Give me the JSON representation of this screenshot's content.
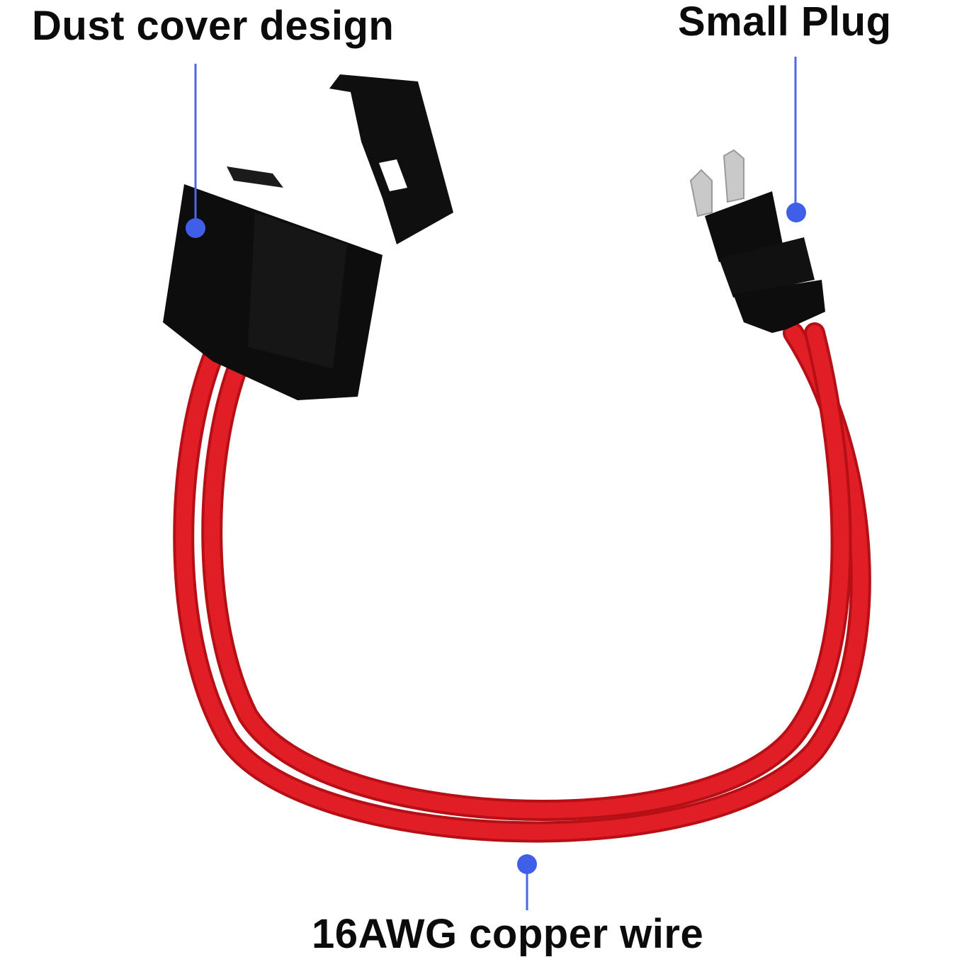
{
  "labels": {
    "dust_cover": "Dust cover design",
    "small_plug": "Small Plug",
    "wire": "16AWG copper wire"
  },
  "colors": {
    "callout_line": "#4a67e6",
    "callout_dot": "#3f5fe8",
    "wire_red": "#d8141c",
    "housing_black": "#0d0d0d",
    "terminal_silver": "#c9c9c9"
  },
  "icons": [
    "fuse-holder-icon",
    "dust-cover-lid-icon",
    "blade-plug-icon",
    "red-wire-loop-icon"
  ]
}
